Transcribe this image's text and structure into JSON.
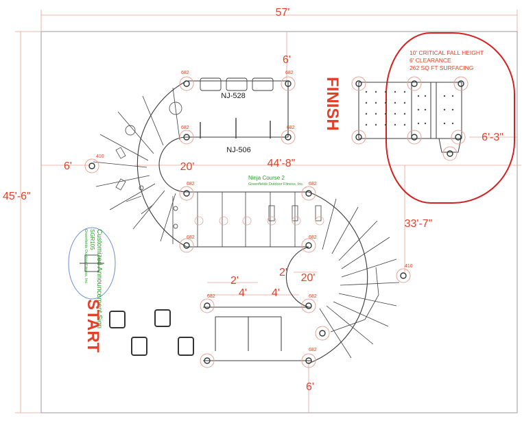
{
  "dimensions": {
    "overall_width": "57'",
    "overall_depth": "45'-6\"",
    "top_clearance": "6'",
    "left_clearance": "6'",
    "bottom_clearance": "6'",
    "right_clearance": "6'-3\"",
    "inner_radius_top": "20'",
    "inner_radius_bottom": "20'",
    "run_length": "44'-8\"",
    "run_depth": "33'-7\"",
    "spacing_a": "2'",
    "spacing_b": "4'",
    "spacing_c": "4'",
    "spacing_d": "2'"
  },
  "labels": {
    "finish": "FINISH",
    "start": "START",
    "nj528": "NJ-528",
    "nj506": "NJ-506",
    "course_title": "Ninja Course 2",
    "course_maker": "Greenfields Outdoor Fitness, Inc.",
    "sign_title": "Customized Announcement Sign",
    "sign_model": "SGR105",
    "sign_maker": "Greenfields Outdoor Fitness, Inc."
  },
  "fall_zone": {
    "line1": "10' CRITICAL FALL HEIGHT",
    "line2": "6' CLEARANCE",
    "line3": "262 SQ FT SURFACING"
  },
  "post_codes": {
    "p682": "682",
    "p410": "410"
  },
  "colors": {
    "dimension_red": "#e2402a",
    "zone_red": "#d42020",
    "line_dark": "#3a3a3a",
    "line_gray": "#9a9a9a",
    "course_green": "#2a9a2a",
    "sign_blue": "#6a8fd0"
  }
}
